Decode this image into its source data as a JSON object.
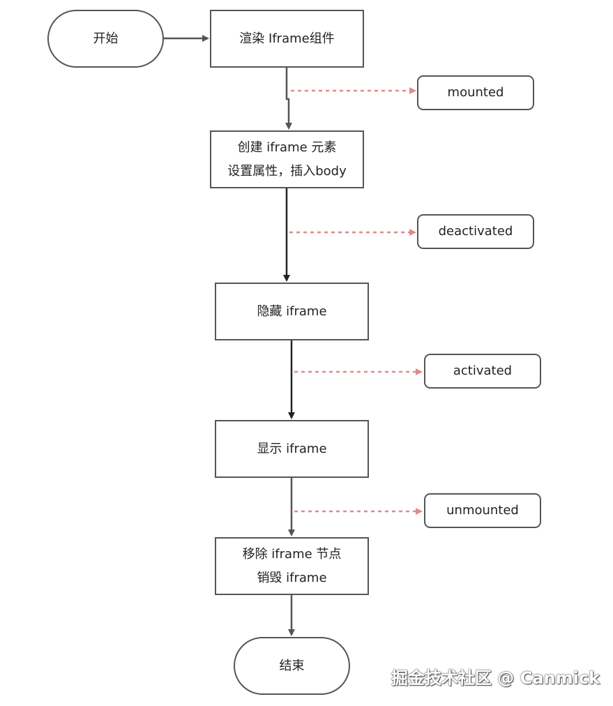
{
  "nodes": {
    "start": "开始",
    "render_iframe": "渲染 Iframe组件",
    "create_line1": "创建 iframe 元素",
    "create_line2": "设置属性，插入body",
    "hide_iframe": "隐藏 iframe",
    "show_iframe": "显示 iframe",
    "remove_line1": "移除 iframe 节点",
    "remove_line2": "销毁 iframe",
    "end": "结束"
  },
  "events": {
    "mounted": "mounted",
    "deactivated": "deactivated",
    "activated": "activated",
    "unmounted": "unmounted"
  },
  "watermark": "掘金技术社区 @ Canmick",
  "colors": {
    "border": "#555555",
    "solid_arrow": "#555555",
    "dark_arrow": "#222222",
    "dashed_arrow": "#e08a8a"
  }
}
